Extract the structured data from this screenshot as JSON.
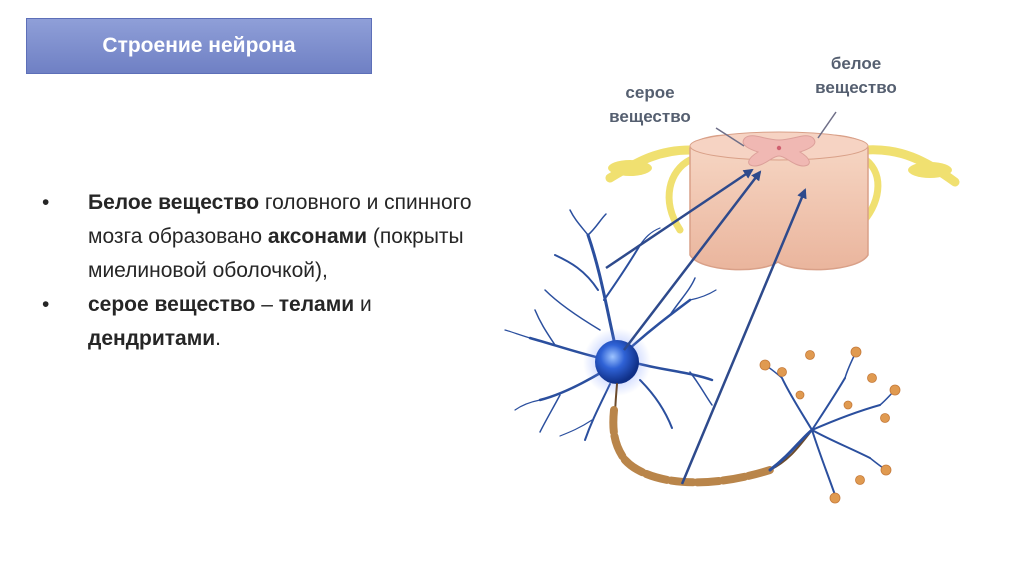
{
  "title": "Строение нейрона",
  "bullets": [
    {
      "parts": [
        {
          "text": "Белое вещество",
          "bold": true
        },
        {
          "text": " головного и спинного мозга образовано ",
          "bold": false
        },
        {
          "text": "аксонами",
          "bold": true
        },
        {
          "text": " (покрыты миелиновой оболочкой),",
          "bold": false
        }
      ]
    },
    {
      "parts": [
        {
          "text": "серое вещество",
          "bold": true
        },
        {
          "text": " – ",
          "bold": false
        },
        {
          "text": "телами",
          "bold": true
        },
        {
          "text": " и ",
          "bold": false
        },
        {
          "text": "дендритами",
          "bold": true
        },
        {
          "text": ".",
          "bold": false
        }
      ]
    }
  ],
  "labels": {
    "gray_matter": [
      "серое",
      "вещество"
    ],
    "white_matter": [
      "белое",
      "вещество"
    ]
  },
  "colors": {
    "title_bg": "#7f8fd0",
    "arrow": "#2e4a8c",
    "neuron": "#2b4f9e",
    "cord": "#f3c9b4",
    "axon_sheath": "#b9854a",
    "terminals": "#e09a50",
    "nerve_roots": "#f0e070"
  }
}
